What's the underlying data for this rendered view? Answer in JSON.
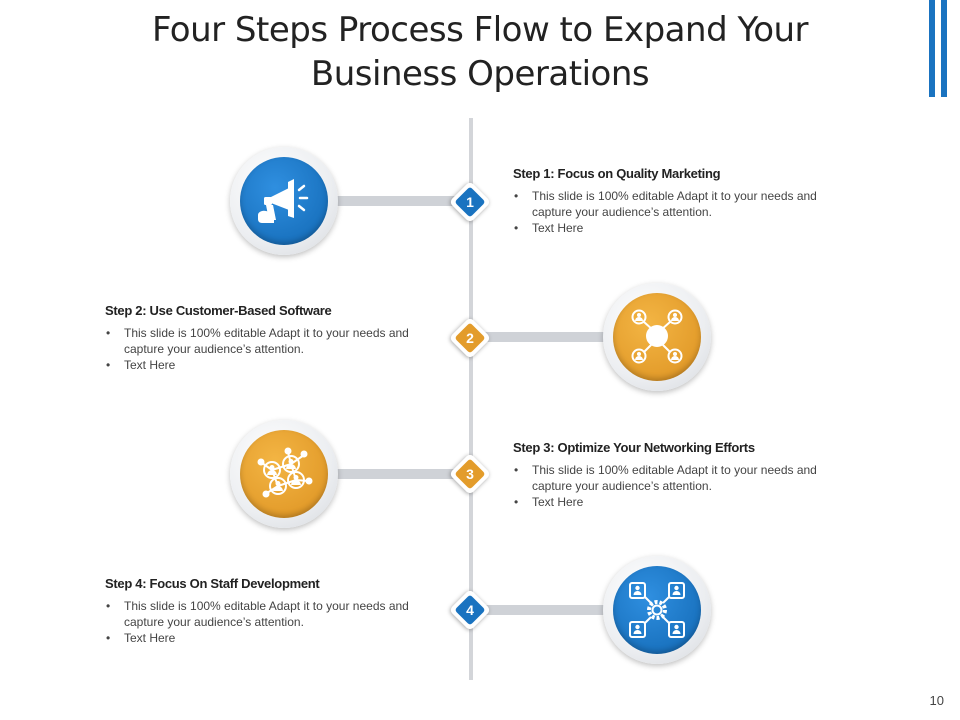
{
  "title": "Four Steps Process Flow to Expand Your Business Operations",
  "colors": {
    "blue": "#1a73c0",
    "orange": "#e39c2b",
    "timeline": "#d3d5d9"
  },
  "page_number": "10",
  "steps": [
    {
      "number": "1",
      "title": "Step 1: Focus on Quality Marketing",
      "bullets": [
        "This slide is 100% editable Adapt it to your needs and capture your audience’s attention.",
        "Text Here"
      ],
      "icon": "megaphone-icon",
      "color": "blue"
    },
    {
      "number": "2",
      "title": "Step 2: Use Customer-Based Software",
      "bullets": [
        "This slide is 100% editable Adapt it to your needs and capture your audience’s attention.",
        "Text Here"
      ],
      "icon": "customer-network-icon",
      "color": "orange"
    },
    {
      "number": "3",
      "title": "Step 3: Optimize Your Networking Efforts",
      "bullets": [
        "This slide is 100% editable Adapt it to your needs and capture your audience’s attention.",
        "Text Here"
      ],
      "icon": "people-network-icon",
      "color": "orange"
    },
    {
      "number": "4",
      "title": "Step 4: Focus On Staff Development",
      "bullets": [
        "This slide is 100% editable Adapt it to your needs and capture your audience’s attention.",
        "Text Here"
      ],
      "icon": "staff-gear-icon",
      "color": "blue"
    }
  ]
}
